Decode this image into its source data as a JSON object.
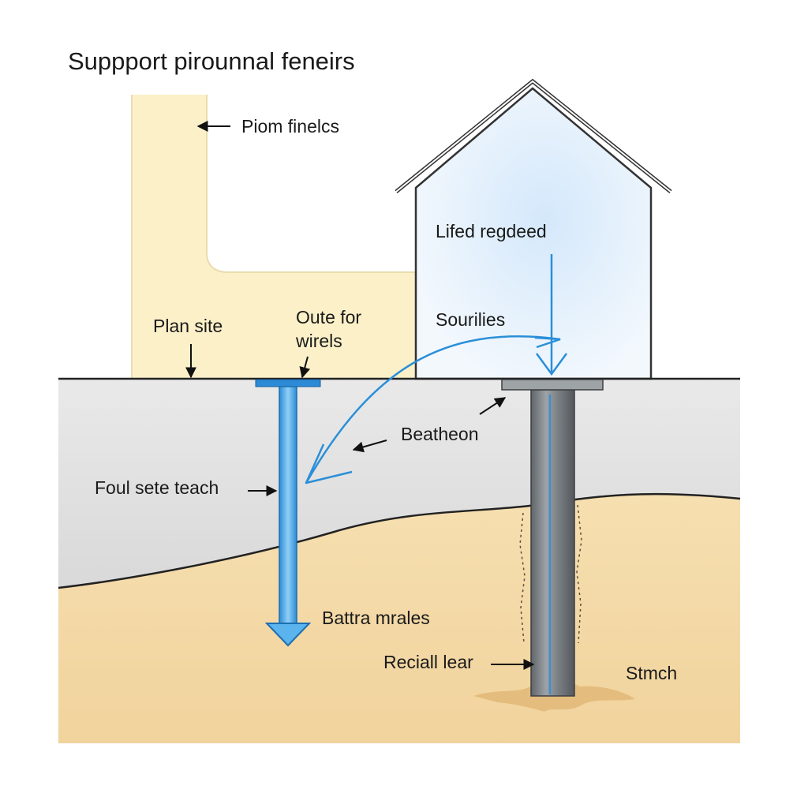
{
  "title": "Suppport pirounnal feneirs",
  "labels": {
    "piom_finelcs": "Piom finelcs",
    "plan_site": "Plan site",
    "oute_for_line1": "Oute for",
    "oute_for_line2": "wirels",
    "lifed_regdeed": "Lifed regdeed",
    "sourilies": "Sourilies",
    "beatheon": "Beatheon",
    "foul_sete_teach": "Foul sete teach",
    "battra_mrales": "Battra mrales",
    "reciall_lear": "Reciall lear",
    "stmch": "Stmch"
  },
  "colors": {
    "sand": "#f3d7a4",
    "gray_soil": "#e1e1e1",
    "yellow_column": "#fbf0c8",
    "house_fill": "#eaf3fb",
    "blue_arrow": "#2a8fd8",
    "pile_gray": "#7f8488",
    "outline": "#222222"
  }
}
